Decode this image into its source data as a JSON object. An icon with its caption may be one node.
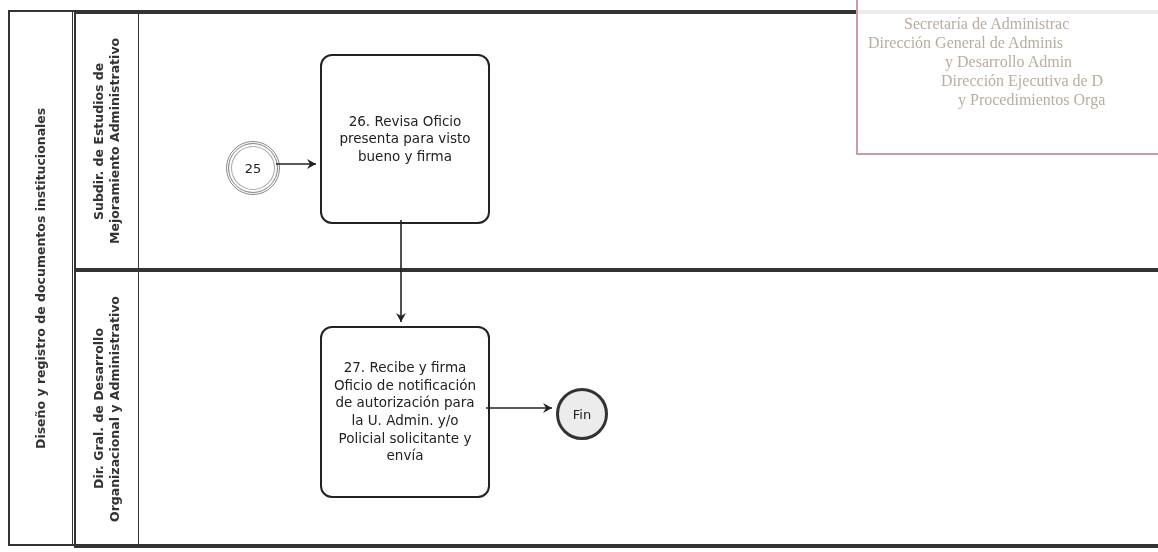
{
  "diagram": {
    "nodes": [
      {
        "text": [
          "Diseño y registro de documentos institucionales"
        ]
      },
      {
        "text": [
          "Subdir. de Estudios de Mejoramiento Administrativo"
        ],
        "in": 0
      },
      {
        "text": [
          "Dir. Gral. de Desarrollo Organizacional y Administrativo"
        ],
        "in": 0
      },
      {
        "text": [
          "25"
        ],
        "in": 1
      },
      {
        "text": [
          "26. Revisa Oficio presenta para visto bueno y firma"
        ],
        "in": 1
      },
      {
        "text": [
          "27. Recibe y firma Oficio de notificación de autorización para la U. Admin. y/o Policial solicitante y envía"
        ],
        "in": 2
      },
      {
        "text": [
          "Fin"
        ],
        "in": 2
      },
      {
        "text": [
          "Secretaría  de Administrac",
          "Dirección General de Adminis",
          "y Desarrollo Admin",
          "Dirección Ejecutiva de D",
          "y Procedimientos Orga"
        ]
      }
    ],
    "edges": [
      {
        "from": 3,
        "to": 4,
        "arrow": "to"
      },
      {
        "from": 4,
        "to": 5,
        "arrow": "to"
      },
      {
        "from": 5,
        "to": 6,
        "arrow": "to"
      }
    ]
  }
}
